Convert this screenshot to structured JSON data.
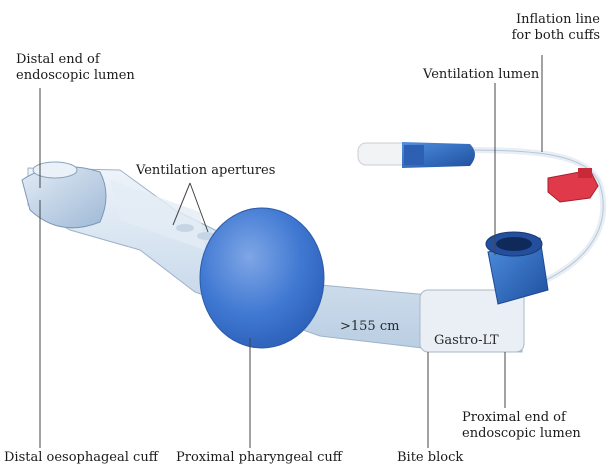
{
  "labels": {
    "distal_end": [
      "Distal end of",
      "endoscopic lumen"
    ],
    "inflation_line": [
      "Inflation line",
      "for both cuffs"
    ],
    "ventilation_lumen": "Ventilation lumen",
    "ventilation_apertures": "Ventilation apertures",
    "distal_cuff": "Distal oesophageal cuff",
    "proximal_cuff": "Proximal pharyngeal cuff",
    "bite_block": "Bite block",
    "proximal_end": [
      "Proximal end of",
      "endoscopic lumen"
    ]
  },
  "device": {
    "height_marker": ">155 cm",
    "brand": "Gastro-LT"
  },
  "colors": {
    "tube": "#d9e6f2",
    "cuff": "#3d78cf",
    "connector": "#2a5fb0",
    "cap": "#e03a4a"
  }
}
